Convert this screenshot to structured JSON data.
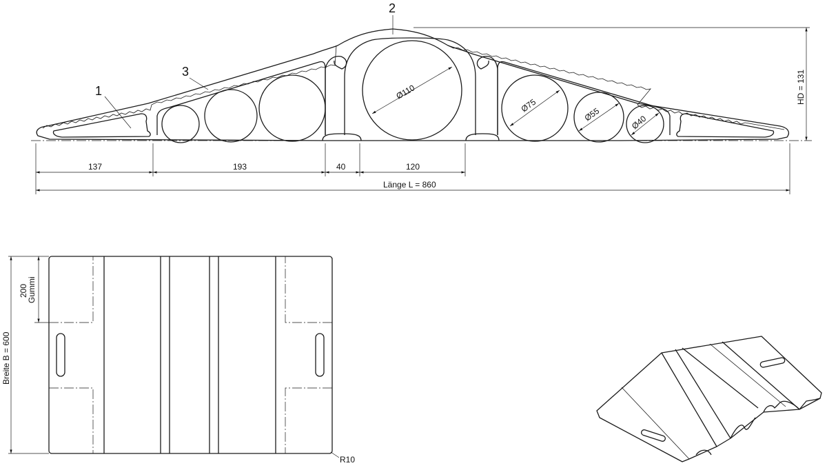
{
  "callouts": [
    "1",
    "2",
    "3"
  ],
  "diameters": [
    "Ø110",
    "Ø75",
    "Ø55",
    "Ø40"
  ],
  "dimensions": {
    "d137": "137",
    "d193": "193",
    "d40": "40",
    "d120": "120",
    "length": "Länge L = 860",
    "height": "HD = 131",
    "width": "Breite B = 600",
    "rubber_value": "200",
    "rubber_label": "Gummi",
    "radius": "R10"
  }
}
